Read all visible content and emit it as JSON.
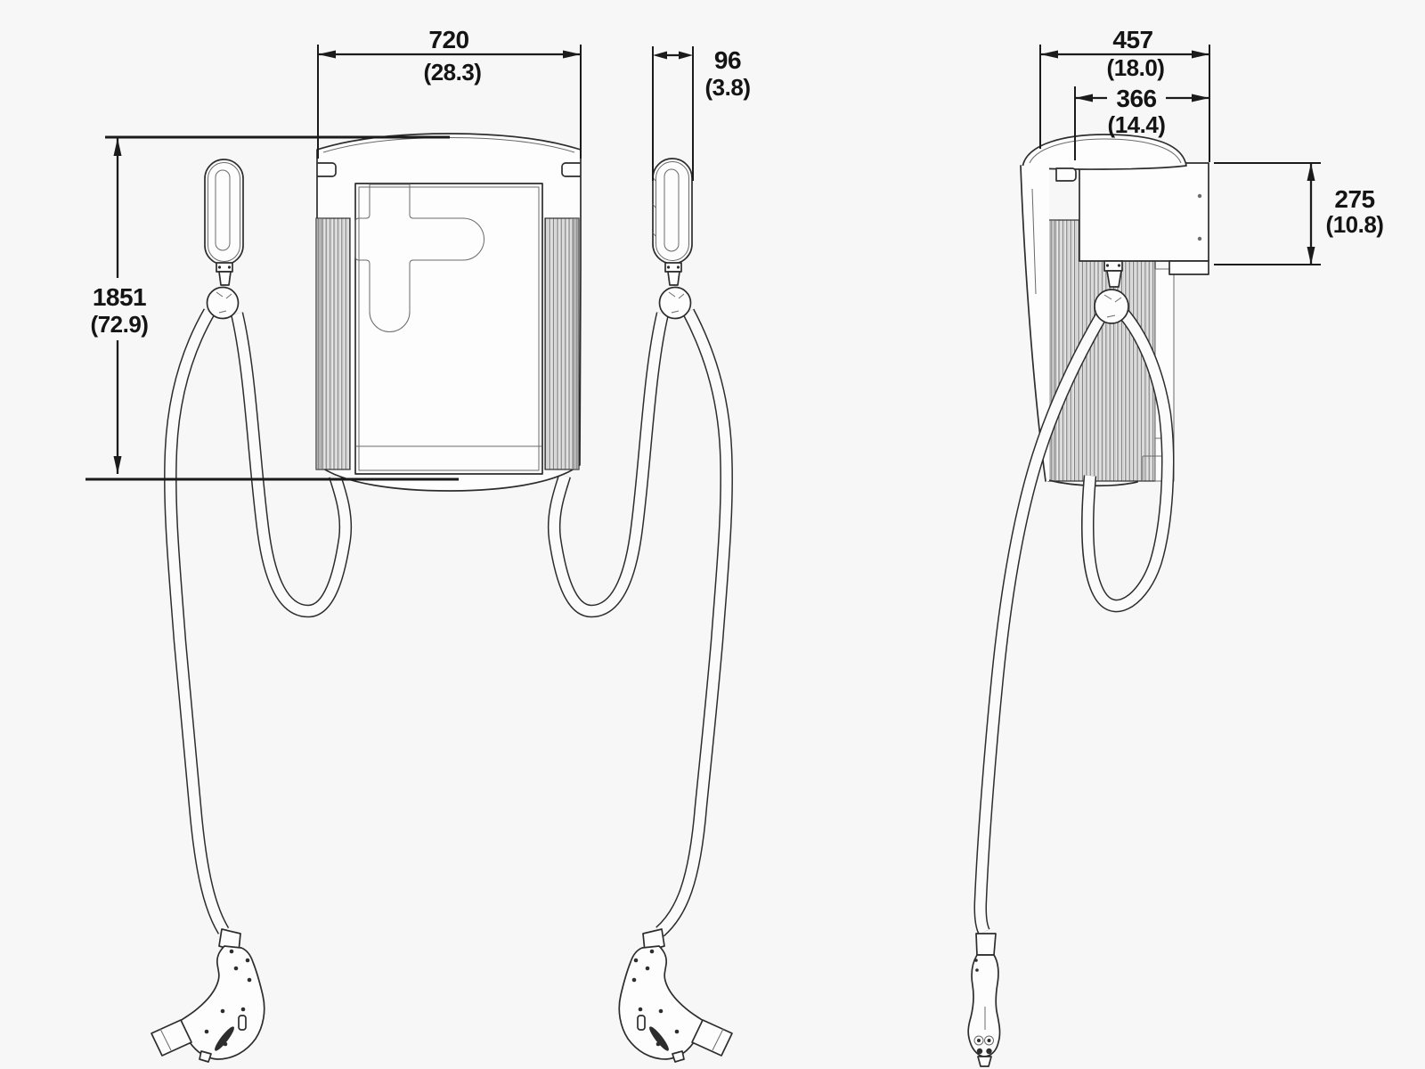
{
  "page": {
    "background": "#f7f7f7",
    "line_color": "#2d2d2d",
    "dimension_color": "#1b1b1b"
  },
  "dimensions": {
    "front_width": {
      "mm": "720",
      "inches": "(28.3)"
    },
    "holster_width": {
      "mm": "96",
      "inches": "(3.8)"
    },
    "mount_height": {
      "mm": "1851",
      "inches": "(72.9)"
    },
    "depth_total": {
      "mm": "457",
      "inches": "(18.0)"
    },
    "depth_body": {
      "mm": "366",
      "inches": "(14.4)"
    },
    "body_height": {
      "mm": "275",
      "inches": "(10.8)"
    }
  }
}
